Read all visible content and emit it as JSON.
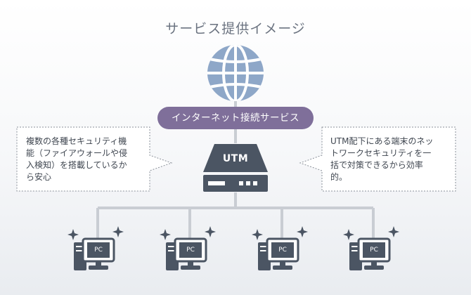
{
  "title": "サービス提供イメージ",
  "internet_service_label": "インターネット接続サービス",
  "utm_label": "UTM",
  "pc_label": "PC",
  "left_note": "複数の各種セキュリティ機\n能（ファイアウォールや侵\n入検知）を搭載しているか\nら安心",
  "right_note": "UTM配下にある端末のネッ\nトワークセキュリティを一\n括で対策できるから効率\n的。",
  "icons": [
    "globe-icon",
    "utm-appliance-icon",
    "pc-icon",
    "sparkle-icon"
  ],
  "colors": {
    "accent_purple": "#7f6f9a",
    "globe_blue": "#8ea7c8",
    "device_gray": "#4b5563",
    "connector_gray": "#c9cdd3"
  }
}
